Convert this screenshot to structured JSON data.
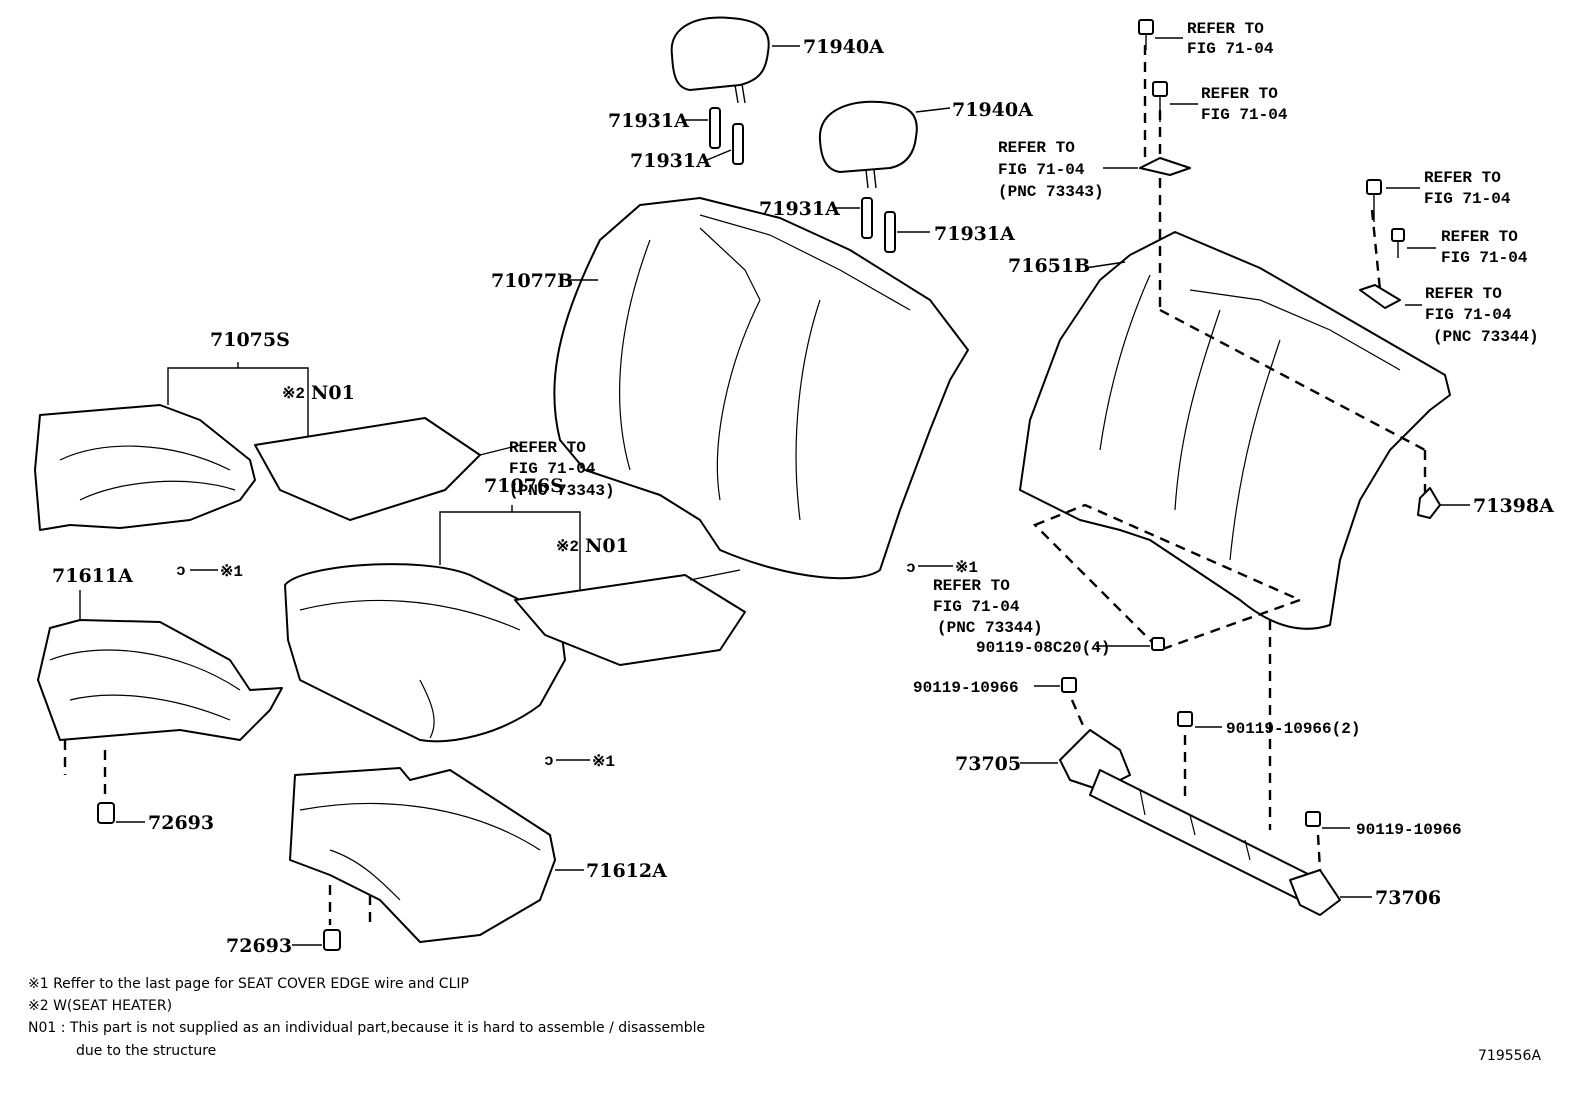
{
  "labels": {
    "headrest_1": "71940A",
    "headrest_2": "71940A",
    "support_1": "71931A",
    "support_2": "71931A",
    "support_3": "71931A",
    "support_4": "71931A",
    "back_cover": "71077B",
    "back_assy": "71651B",
    "cushion_assy_1": "71075S",
    "cushion_assy_2": "71076S",
    "n01_1": "N01",
    "n01_2": "N01",
    "cushion_pad_1": "71611A",
    "cushion_pad_2": "71612A",
    "clip_1": "72693",
    "clip_2": "72693",
    "bracket": "71398A",
    "bolt_1": "90119-08C20(4)",
    "bolt_2": "90119-10966",
    "bolt_3": "90119-10966(2)",
    "bolt_4": "90119-10966",
    "hinge_1": "73705",
    "hinge_2": "73706"
  },
  "marks": {
    "m1": "※1",
    "m2": "※2"
  },
  "refs": {
    "r1": [
      "REFER TO",
      "FIG 71-04"
    ],
    "r2": [
      "REFER TO",
      "FIG 71-04"
    ],
    "r3": [
      "REFER TO",
      "FIG 71-04",
      "(PNC 73343)"
    ],
    "r4": [
      "REFER TO",
      "FIG 71-04"
    ],
    "r5": [
      "REFER TO",
      "FIG 71-04"
    ],
    "r6": [
      "REFER TO",
      "FIG 71-04",
      "(PNC 73344)"
    ],
    "r7": [
      "REFER TO",
      "FIG 71-04",
      "(PNC 73343)"
    ],
    "r8": [
      "REFER TO",
      "FIG 71-04",
      "(PNC 73344)"
    ]
  },
  "notes": {
    "n1": "※1 Reffer to the last page for SEAT COVER EDGE wire and CLIP",
    "n2": "※2 W(SEAT HEATER)",
    "n3": "N01 : This part is not supplied as an individual part,because it is hard to assemble / disassemble",
    "n4": "due to the structure"
  },
  "figure_id": "719556A"
}
